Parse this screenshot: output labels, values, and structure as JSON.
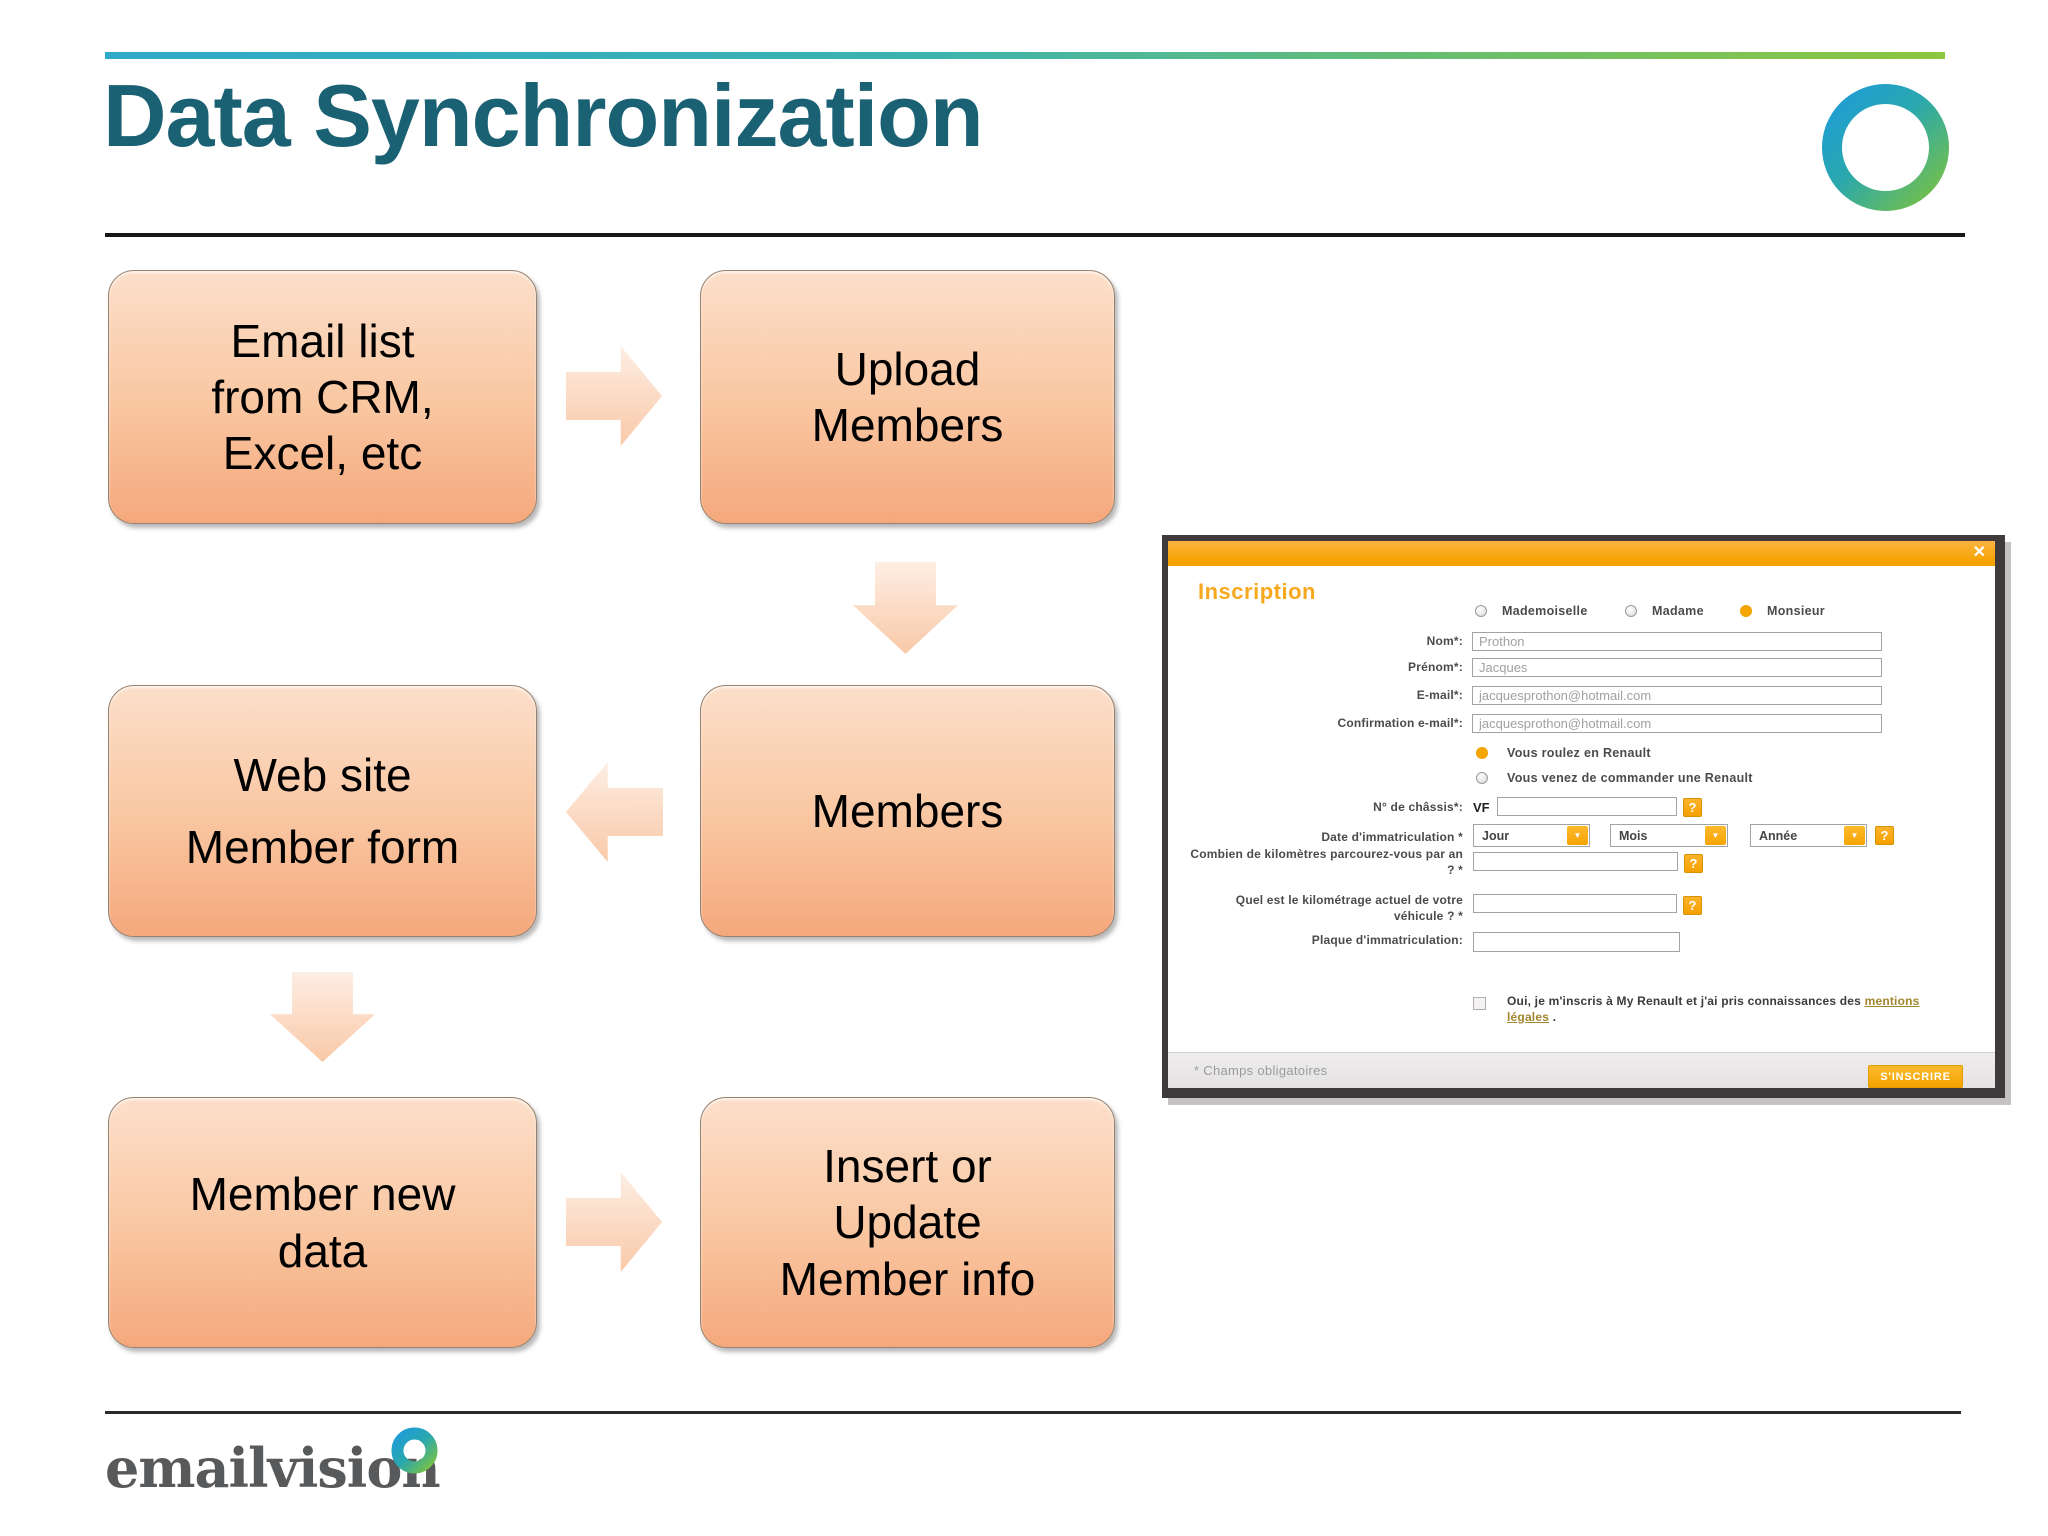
{
  "slide": {
    "title": "Data Synchronization",
    "brand": "emailvision"
  },
  "colors": {
    "title_teal": "#1b6174",
    "accent_line_left": "#2fa9c9",
    "accent_line_right": "#8dc63f",
    "box_peach_top": "#fcdfca",
    "box_peach_bottom": "#f5a87c",
    "form_orange": "#f6a301",
    "link_gold": "#a1862c",
    "brand_gray": "#58595b",
    "logo_blue": "#1e9cd7",
    "logo_green": "#7ac143"
  },
  "icons": {
    "close": "✕",
    "help": "?",
    "select_arrow": "▼"
  },
  "flowchart": {
    "boxes": {
      "email_list": {
        "lines": [
          "Email list",
          "from CRM,",
          "Excel, etc"
        ]
      },
      "upload": {
        "lines": [
          "Upload",
          "Members"
        ]
      },
      "website": {
        "lines": [
          "Web site",
          "Member form"
        ]
      },
      "members": {
        "lines": [
          "Members"
        ]
      },
      "new_data": {
        "lines": [
          "Member new",
          "data"
        ]
      },
      "insert_update": {
        "lines": [
          "Insert or",
          "Update",
          "Member info"
        ]
      }
    }
  },
  "form": {
    "title": "Inscription",
    "civility": [
      {
        "label": "Mademoiselle",
        "selected": false
      },
      {
        "label": "Madame",
        "selected": false
      },
      {
        "label": "Monsieur",
        "selected": true
      }
    ],
    "fields": [
      {
        "label": "Nom*:",
        "value": "Prothon"
      },
      {
        "label": "Prénom*:",
        "value": "Jacques"
      },
      {
        "label": "E-mail*:",
        "value": "jacquesprothon@hotmail.com"
      },
      {
        "label": "Confirmation e-mail*:",
        "value": "jacquesprothon@hotmail.com"
      }
    ],
    "ownership": [
      {
        "label": "Vous roulez en Renault",
        "selected": true
      },
      {
        "label": "Vous venez de commander une Renault",
        "selected": false
      }
    ],
    "chassis": {
      "label": "N° de châssis*:",
      "prefix": "VF"
    },
    "date": {
      "label": "Date d'immatriculation *",
      "selects": [
        "Jour",
        "Mois",
        "Année"
      ]
    },
    "km_per_year": {
      "label": "Combien de kilomètres parcourez-vous par an ? *"
    },
    "km_current": {
      "label": "Quel est le kilométrage actuel de votre véhicule ? *"
    },
    "plate": {
      "label": "Plaque d'immatriculation:"
    },
    "optin": {
      "prefix": "Oui, je m'inscris à My Renault et j'ai pris connaissances des ",
      "link": "mentions légales",
      "suffix": " ."
    },
    "footer": {
      "required_note": "* Champs obligatoires",
      "submit_label": "S'INSCRIRE"
    }
  }
}
